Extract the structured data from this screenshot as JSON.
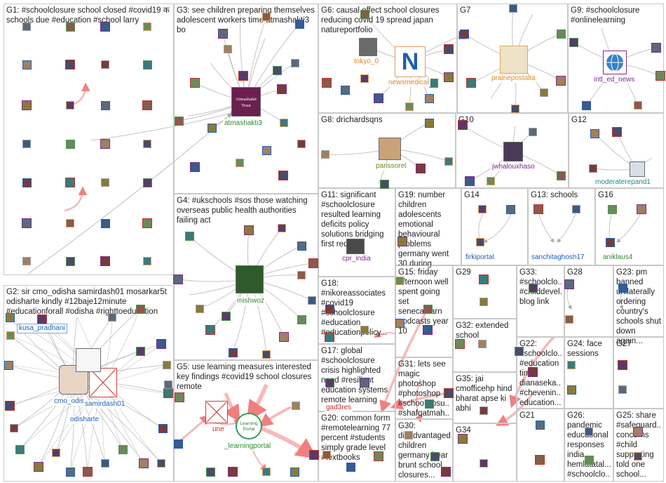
{
  "groups": [
    {
      "id": "G1",
      "title": "G1: #schoolclosure school closed #covid19 क schools due #education #school larry"
    },
    {
      "id": "G2",
      "title": "G2: sir cmo_odisha samirdash01 mosarkar5t odisharte kindly #12baje12minute #educationforall #odisha #righttoeducation"
    },
    {
      "id": "G3",
      "title": "G3: see children preparing themselves adolescent workers time atmashakti3 bo"
    },
    {
      "id": "G4",
      "title": "G4: #ukschools #sos those watching overseas public health authorities failing act"
    },
    {
      "id": "G5",
      "title": "G5: use learning measures interested key findings #covid19 school closures remote"
    },
    {
      "id": "G6",
      "title": "G6: causal effect school closures reducing covid 19 spread japan natureportfolio"
    },
    {
      "id": "G7",
      "title": "G7"
    },
    {
      "id": "G8",
      "title": "G8: drichardsqns"
    },
    {
      "id": "G9",
      "title": "G9: #schoolclosure #onlinelearning"
    },
    {
      "id": "G10",
      "title": "G10"
    },
    {
      "id": "G11",
      "title": "G11: significant #schoolclosure resulted learning deficits policy solutions bridging first require"
    },
    {
      "id": "G12",
      "title": "G12"
    },
    {
      "id": "G13",
      "title": "G13: schools"
    },
    {
      "id": "G14",
      "title": "G14"
    },
    {
      "id": "G15",
      "title": "G15: friday afternoon well spent going set senecalearn podcasts year 10"
    },
    {
      "id": "G16",
      "title": "G16"
    },
    {
      "id": "G17",
      "title": "G17: global #schoolclosure crisis highlighted need #resilient education systems remote learning"
    },
    {
      "id": "G18",
      "title": "G18: #nikoreassociates #covid19 #schoolclosure #education #educationpolicy..."
    },
    {
      "id": "G19",
      "title": "G19: number children adolescents emotional behavioural problems germany went 30 during"
    },
    {
      "id": "G20",
      "title": "G20: common form #remotelearning 77 percent #students simply grade level #textbooks"
    },
    {
      "id": "G21",
      "title": "G21"
    },
    {
      "id": "G22",
      "title": "G22: #schoolclo... #education time dianaseka... #chevenin... education..."
    },
    {
      "id": "G23",
      "title": "G23: pm banned unilaterally ordering country's schools shut down again..."
    },
    {
      "id": "G24",
      "title": "G24: face sessions"
    },
    {
      "id": "G25",
      "title": "G25: share #safeguard... concerns #child supporting told one school..."
    },
    {
      "id": "G26",
      "title": "G26: pandemic educational responses india hemlatatal... #schoolclo..."
    },
    {
      "id": "G27",
      "title": "G27"
    },
    {
      "id": "G28",
      "title": "G28"
    },
    {
      "id": "G29",
      "title": "G29"
    },
    {
      "id": "G30",
      "title": "G30: disadvantaged children germany bear brunt school closures..."
    },
    {
      "id": "G31",
      "title": "G31: lets see magic photoshop #photoshop #schoolclosu... #shafqatmah..."
    },
    {
      "id": "G32",
      "title": "G32: extended school"
    },
    {
      "id": "G33",
      "title": "G33: #schoolclo... #childdevel... blog link"
    },
    {
      "id": "G34",
      "title": "G34"
    },
    {
      "id": "G35",
      "title": "G35: jai cmofficehp hind bharat apse ki abhi"
    }
  ],
  "labels": {
    "atmashakti3": "atmashakti3",
    "mishwoz": "mishwoz",
    "une": "une",
    "learningportal": "_learningportal",
    "cmo_odisha": "cmo_odis",
    "samirdash01": "samirdash01",
    "odisharte": "odisharte",
    "kusa_pradhani": "kusa_pradhani",
    "tokyo_0": "tokyo_0",
    "newsmedical": "newsmedical",
    "prairiepostalta": "prairiepostalta",
    "intl_ed_news": "intl_ed_news",
    "parissorel": "parissorel",
    "jwhalouxhaso": "jwhalouxhaso",
    "moderaterepand1": "moderaterepand1",
    "cpr_india": "cpr_india",
    "firkiportal": "firkiportal",
    "sanchitaghosh17": "sanchitaghosh17",
    "aniklaus4": "aniklaus4",
    "gad3res": "gad3res"
  },
  "hub_text": {
    "atmashakti_logo_line1": "Atmashakti",
    "atmashakti_logo_line2": "Trust",
    "learning_portal_line1": "Learning",
    "learning_portal_line2": "Portal",
    "newsmedical_letter": "N"
  },
  "colors": {
    "edge_gray": "#b0b0b0",
    "edge_red": "#f08080",
    "group_border": "#c8c8c8",
    "label_green": "#2e8b2e",
    "label_blue": "#1f5fbf",
    "label_orange": "#e08a1e",
    "label_purple": "#7b2a8a",
    "label_red": "#c0302a",
    "label_teal": "#1a8a8a",
    "atmashakti_bg": "#6b1f4e",
    "newsmedical_blue": "#1e5fa8"
  }
}
